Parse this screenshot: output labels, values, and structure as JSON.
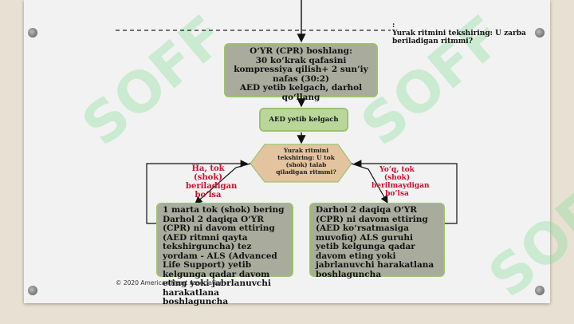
{
  "diagram": {
    "note_top": "Yurak ritmini tekshiring: U zarba beriladigan ritmmi?",
    "note_mark": ":",
    "start_box": "O‘YR (CPR) boshlang:\n30 ko‘krak qafasini kompressiya qilish+ 2 sun’iy nafas (30:2)\nAED yetib kelgach, darhol qo‘llang",
    "aed_box": "AED yetib kelgach",
    "decision": "Yurak ritmini tekshiring: U tok (shok) talab qiladigan ritmmi?",
    "yes_label": "Ha, tok (shok) beriladigan bo‘lsa",
    "no_label": "Yo‘q, tok (shok) berilmaydigan bo‘lsa",
    "left_box": "1 marta tok (shok) bering\nDarhol 2 daqiqa O‘YR (CPR) ni davom ettiring (AED ritmni qayta tekshirguncha) tez yordam - ALS (Advanced Life Support) yetib kelgunga qadar davom eting yoki jabrlanuvchi harakatlana boshlaguncha",
    "right_box": "Darhol 2 daqiqa O‘YR (CPR) ni davom ettiring (AED ko‘rsatmasiga muvofiq) ALS guruhi yetib kelgunga qadar davom eting yoki jabrlanuvchi harakatlana boshlaguncha",
    "footer": "© 2020 American Heart Association"
  },
  "colors": {
    "box_green": "#b9d79a",
    "box_grey": "#a9ab9d",
    "diamond": "#e3c49f",
    "label_red": "#c8102e",
    "border_green": "#9cc26d"
  },
  "watermark": "SOFF"
}
